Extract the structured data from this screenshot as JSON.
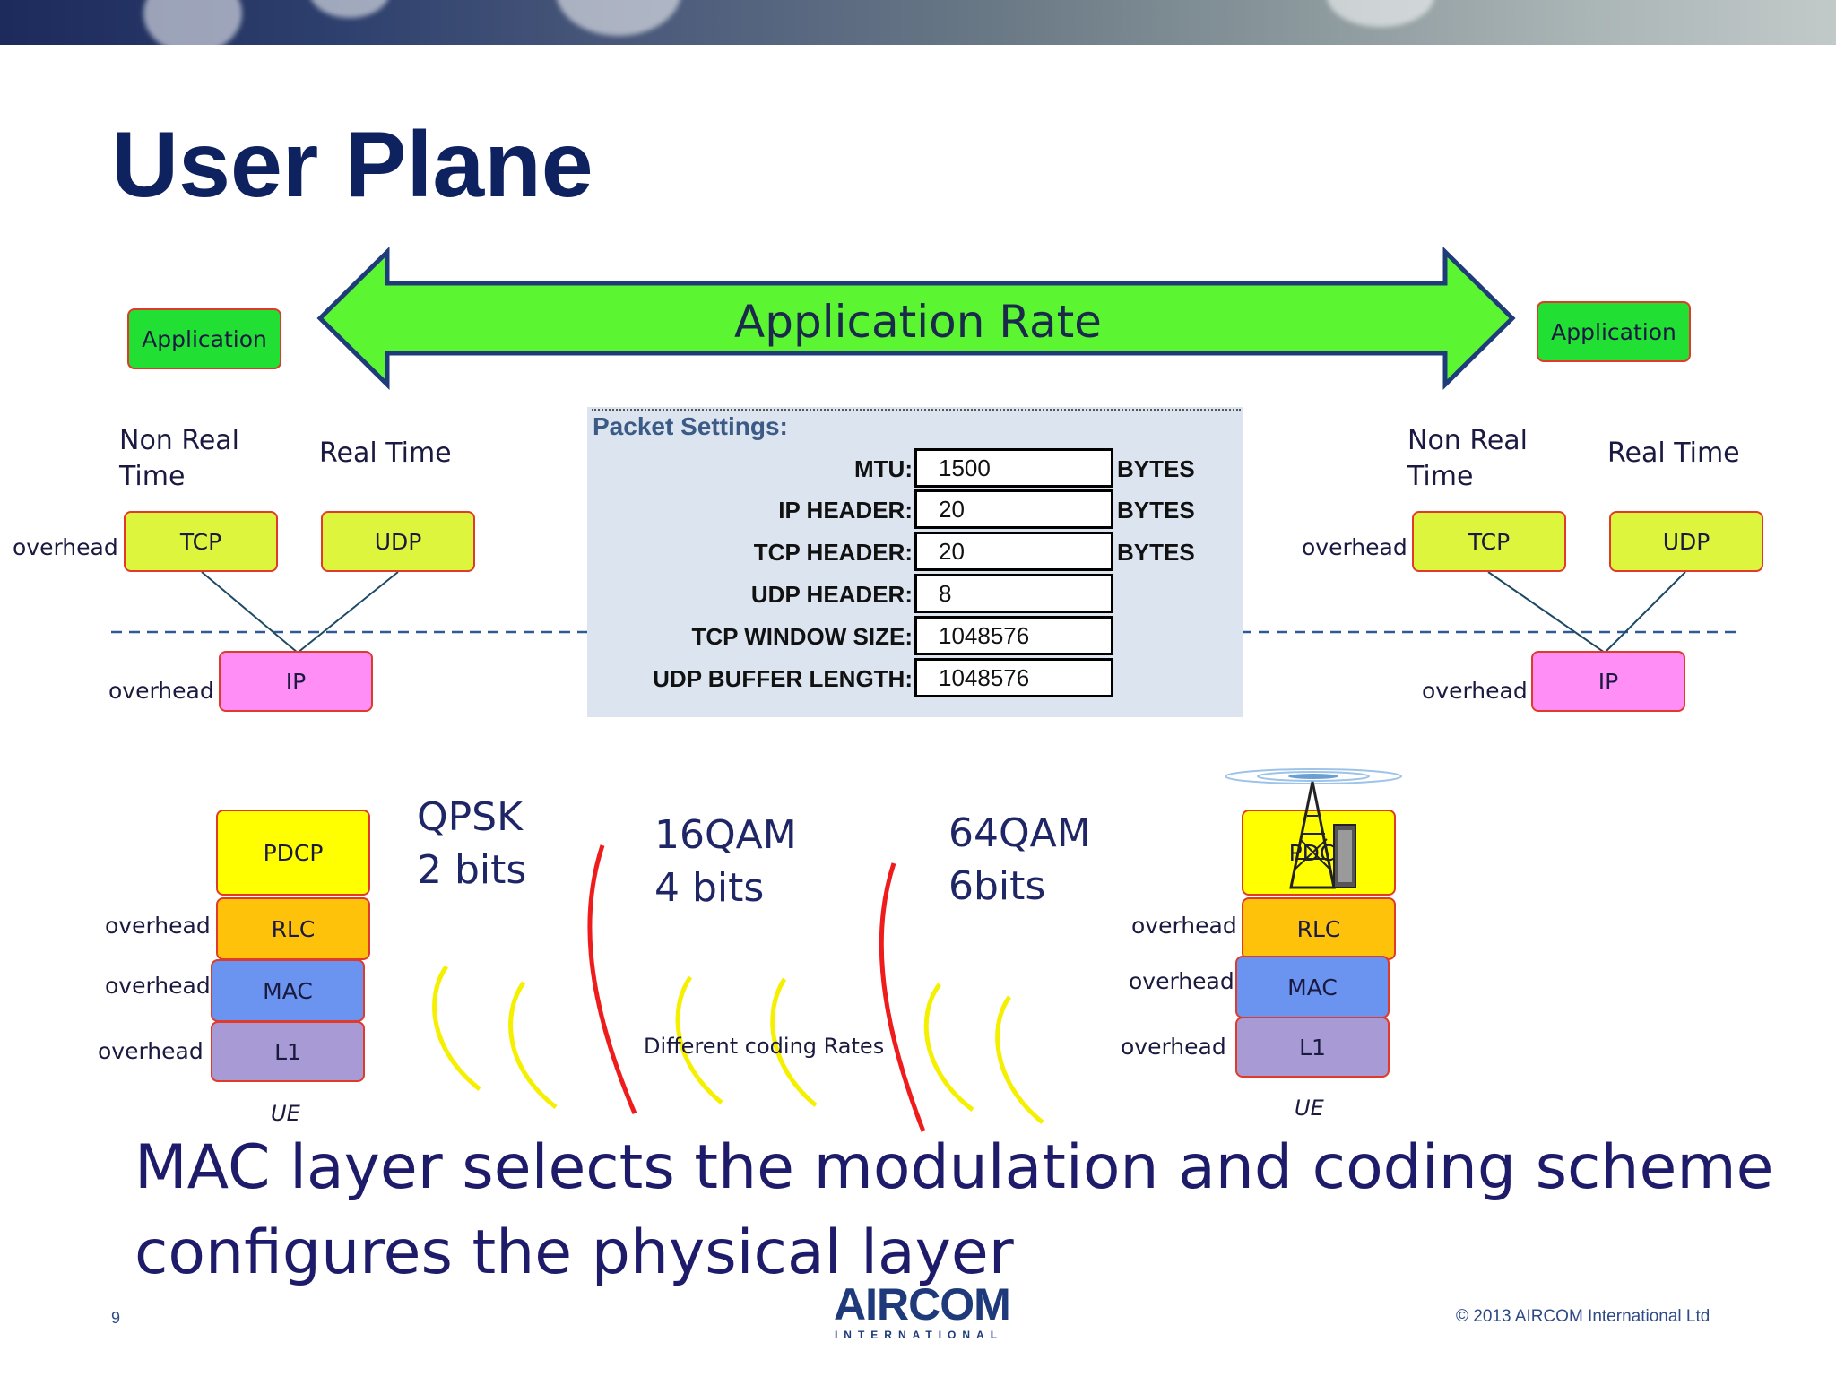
{
  "title": "User Plane",
  "arrow_label": "Application Rate",
  "left": {
    "application": "Application",
    "non_real_time": "Non Real Time",
    "real_time": "Real Time",
    "tcp": "TCP",
    "udp": "UDP",
    "ip": "IP",
    "overhead_transport": "overhead",
    "overhead_ip": "overhead",
    "stack": {
      "pdcp": "PDCP",
      "rlc": "RLC",
      "mac": "MAC",
      "l1": "L1"
    },
    "overhead_rlc": "overhead",
    "overhead_mac": "overhead",
    "overhead_l1": "overhead",
    "ue": "UE"
  },
  "right": {
    "application": "Application",
    "non_real_time": "Non Real Time",
    "real_time": "Real Time",
    "tcp": "TCP",
    "udp": "UDP",
    "ip": "IP",
    "overhead_transport": "overhead",
    "overhead_ip": "overhead",
    "stack": {
      "pdcp": "PDCP",
      "rlc": "RLC",
      "mac": "MAC",
      "l1": "L1"
    },
    "overhead_rlc": "overhead",
    "overhead_mac": "overhead",
    "overhead_l1": "overhead",
    "ue": "UE"
  },
  "packet_settings": {
    "title": "Packet Settings:",
    "rows": [
      {
        "label": "MTU:",
        "value": "1500",
        "unit": "BYTES"
      },
      {
        "label": "IP HEADER:",
        "value": "20",
        "unit": "BYTES"
      },
      {
        "label": "TCP HEADER:",
        "value": "20",
        "unit": "BYTES"
      },
      {
        "label": "UDP HEADER:",
        "value": "8",
        "unit": ""
      },
      {
        "label": "TCP WINDOW SIZE:",
        "value": "1048576",
        "unit": ""
      },
      {
        "label": "UDP BUFFER LENGTH:",
        "value": "1048576",
        "unit": ""
      }
    ]
  },
  "modulation": [
    {
      "scheme": "QPSK",
      "bits": "2 bits"
    },
    {
      "scheme": "16QAM",
      "bits": "4 bits"
    },
    {
      "scheme": "64QAM",
      "bits": "6bits"
    }
  ],
  "coding_label": "Different coding Rates",
  "caption": "MAC layer selects the modulation and coding scheme configures the physical layer",
  "footer": {
    "page_number": "9",
    "logo_main": "AIRCOM",
    "logo_sub": "INTERNATIONAL",
    "copyright": "© 2013 AIRCOM International Ltd"
  },
  "colors": {
    "title": "#0f2260",
    "arrow_fill": "#5cf532",
    "arrow_stroke": "#1f3c7a",
    "application": "#22e033",
    "transport": "#ddf53c",
    "ip": "#ff8ef7",
    "pdcp": "#ffff00",
    "rlc": "#ffc20a",
    "mac": "#6b93f0",
    "l1": "#a89ad4",
    "signal_red": "#ee1c1c",
    "signal_yellow": "#f5f000"
  }
}
